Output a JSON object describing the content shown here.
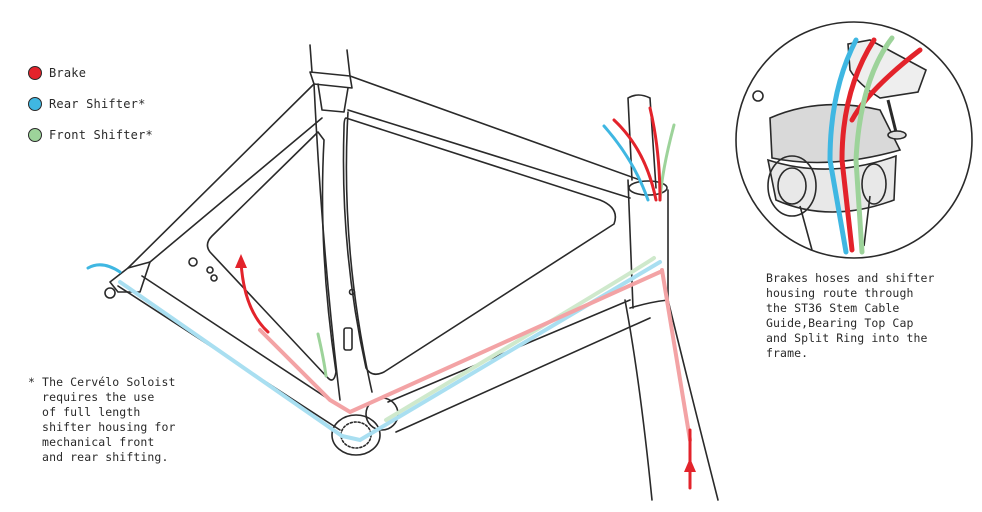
{
  "legend": {
    "items": [
      {
        "label": "Brake",
        "color": "#e3232b"
      },
      {
        "label": "Rear Shifter*",
        "color": "#3fb7e2"
      },
      {
        "label": "Front Shifter*",
        "color": "#9dd39a"
      }
    ]
  },
  "footnote": "* The Cervélo Soloist\n  requires the use\n  of full length\n  shifter housing for\n  mechanical front\n  and rear shifting.",
  "callout": "Brakes hoses and shifter\nhousing route through\nthe ST36 Stem Cable\nGuide,Bearing Top Cap\nand Split Ring into the\nframe.",
  "colors": {
    "outline": "#2a2a2a",
    "brake": "#e3232b",
    "brake_light": "#f3a3a5",
    "rear_shifter": "#3fb7e2",
    "rear_shifter_light": "#a9dff1",
    "front_shifter": "#9dd39a",
    "front_shifter_light": "#cfe9cc"
  }
}
